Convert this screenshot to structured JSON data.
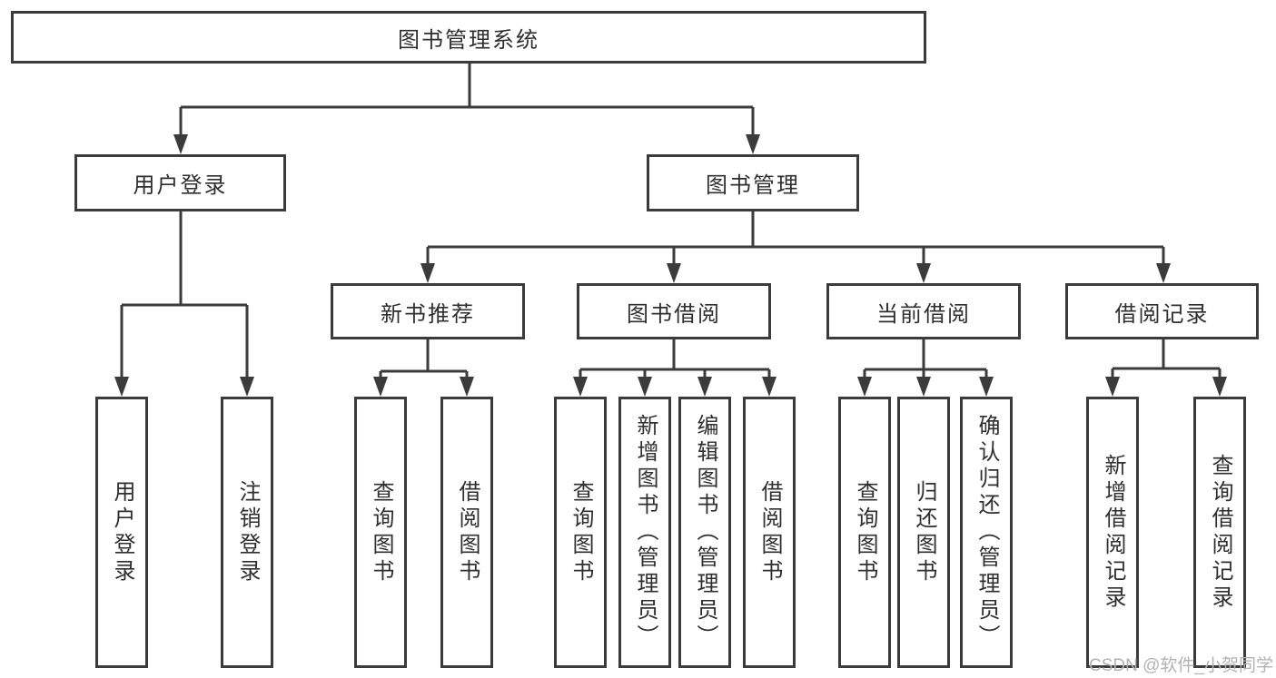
{
  "diagram": {
    "root": {
      "label": "图书管理系统"
    },
    "level2": [
      {
        "label": "用户登录"
      },
      {
        "label": "图书管理"
      }
    ],
    "level3": [
      {
        "label": "新书推荐"
      },
      {
        "label": "图书借阅"
      },
      {
        "label": "当前借阅"
      },
      {
        "label": "借阅记录"
      }
    ],
    "leaves": {
      "user_login": [
        {
          "label": "用户登录"
        },
        {
          "label": "注销登录"
        }
      ],
      "new_book": [
        {
          "label": "查询图书"
        },
        {
          "label": "借阅图书"
        }
      ],
      "book_borrow": [
        {
          "label": "查询图书"
        },
        {
          "label": "新增图书（管理员）"
        },
        {
          "label": "编辑图书（管理员）"
        },
        {
          "label": "借阅图书"
        }
      ],
      "current_borrow": [
        {
          "label": "查询图书"
        },
        {
          "label": "归还图书"
        },
        {
          "label": "确认归还（管理员）"
        }
      ],
      "borrow_record": [
        {
          "label": "新增借阅记录"
        },
        {
          "label": "查询借阅记录"
        }
      ]
    },
    "watermark": "CSDN @软件_小贺同学",
    "colors": {
      "line": "#3b3b3b",
      "text": "#2f2f2f",
      "watermark": "#b3b3b3",
      "background": "#ffffff"
    }
  }
}
